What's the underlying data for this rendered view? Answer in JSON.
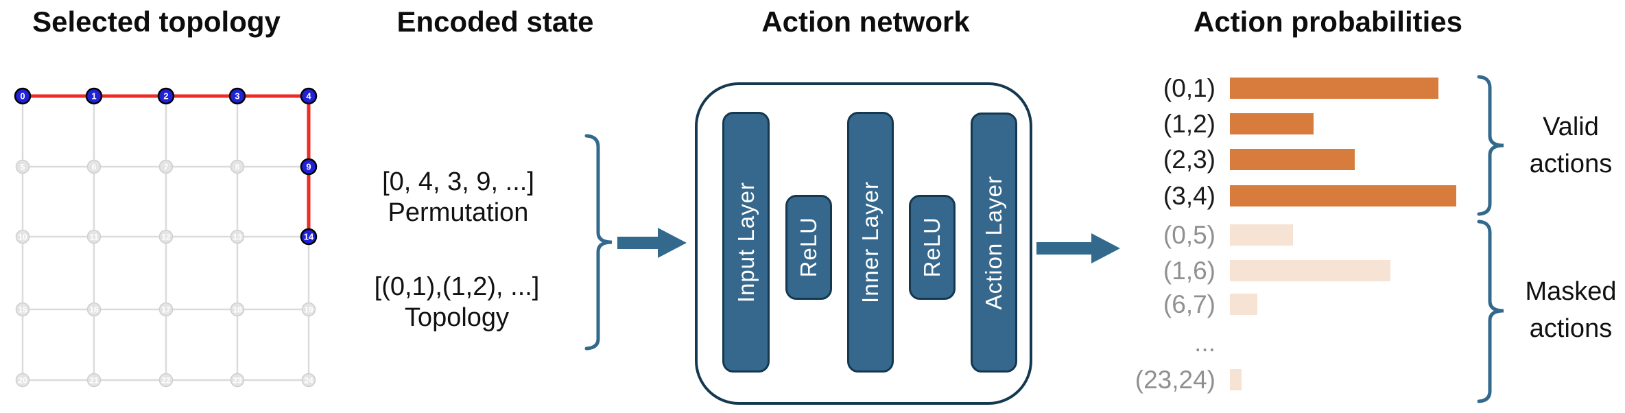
{
  "titles": {
    "topology": "Selected topology",
    "state": "Encoded state",
    "network": "Action network",
    "probabilities": "Action probabilities"
  },
  "topology_graph": {
    "grid_cols_x": [
      33,
      137,
      242,
      346,
      450
    ],
    "grid_rows_y": [
      140,
      243,
      345,
      451,
      554
    ],
    "num_rows": 5,
    "num_cols": 5,
    "selected_nodes": [
      0,
      1,
      2,
      3,
      4,
      9,
      14
    ],
    "selected_edges": [
      [
        0,
        1
      ],
      [
        1,
        2
      ],
      [
        2,
        3
      ],
      [
        3,
        4
      ],
      [
        4,
        9
      ],
      [
        9,
        14
      ]
    ]
  },
  "encoded_state": {
    "permutation_value": "[0, 4, 3, 9, ...]",
    "permutation_label": "Permutation",
    "topology_value": "[(0,1),(1,2), ...]",
    "topology_label": "Topology"
  },
  "network": {
    "layers": [
      {
        "label": "Input Layer",
        "type": "tall"
      },
      {
        "label": "ReLU",
        "type": "short"
      },
      {
        "label": "Inner Layer",
        "type": "tall"
      },
      {
        "label": "ReLU",
        "type": "short"
      },
      {
        "label": "Action Layer",
        "type": "tall"
      }
    ]
  },
  "probabilities": {
    "rows": [
      {
        "label": "(0,1)",
        "value": 0.92,
        "group": "valid"
      },
      {
        "label": "(1,2)",
        "value": 0.37,
        "group": "valid"
      },
      {
        "label": "(2,3)",
        "value": 0.55,
        "group": "valid"
      },
      {
        "label": "(3,4)",
        "value": 1.0,
        "group": "valid"
      },
      {
        "label": "(0,5)",
        "value": 0.28,
        "group": "masked"
      },
      {
        "label": "(1,6)",
        "value": 0.71,
        "group": "masked"
      },
      {
        "label": "(6,7)",
        "value": 0.12,
        "group": "masked"
      },
      {
        "label": "...",
        "value": null,
        "group": "masked"
      },
      {
        "label": "(23,24)",
        "value": 0.05,
        "group": "masked"
      }
    ],
    "valid_label_lines": [
      "Valid",
      "actions"
    ],
    "masked_label_lines": [
      "Masked",
      "actions"
    ]
  },
  "chart_data": {
    "type": "bar",
    "orientation": "horizontal",
    "title": "Action probabilities",
    "categories": [
      "(0,1)",
      "(1,2)",
      "(2,3)",
      "(3,4)",
      "(0,5)",
      "(1,6)",
      "(6,7)",
      "...",
      "(23,24)"
    ],
    "values": [
      0.92,
      0.37,
      0.55,
      1.0,
      0.28,
      0.71,
      0.12,
      null,
      0.05
    ],
    "groups": [
      "valid",
      "valid",
      "valid",
      "valid",
      "masked",
      "masked",
      "masked",
      "masked",
      "masked"
    ],
    "xlabel": "",
    "ylabel": "",
    "xlim": [
      0,
      1
    ],
    "grid": false,
    "legend_position": "none",
    "annotations": [
      "Valid actions brace spans (0,1)-(3,4)",
      "Masked actions brace spans (0,5)-(23,24)"
    ]
  },
  "colors": {
    "steel_blue": "#32698C",
    "navy_border": "#14384F",
    "pill_fill": "#35688C",
    "bar_valid": "#D87C3E",
    "bar_masked": "#F6E3D4",
    "masked_text": "#909090",
    "valid_text": "#1A1A1A",
    "node_blue": "#2121D8",
    "node_gray_fill": "#E4E4E4",
    "node_gray_stroke": "#CFCFCF",
    "edge_gray": "#DBDBDB",
    "edge_red": "#EE2B24"
  }
}
